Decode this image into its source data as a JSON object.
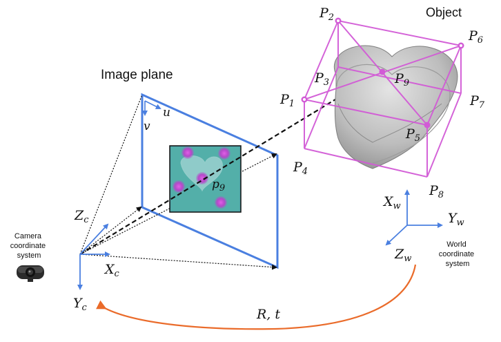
{
  "labels": {
    "object_title": "Object",
    "image_plane_title": "Image plane",
    "camera_caption": [
      "Camera",
      "coordinate",
      "system"
    ],
    "world_caption": [
      "World",
      "coordinate",
      "system"
    ],
    "transform": "R, t",
    "image_axis_u": "u",
    "image_axis_v": "v",
    "projected_point": {
      "base": "p",
      "sub": "9"
    },
    "camera_axes": [
      {
        "base": "Z",
        "sub": "c"
      },
      {
        "base": "X",
        "sub": "c"
      },
      {
        "base": "Y",
        "sub": "c"
      }
    ],
    "world_axes": [
      {
        "base": "X",
        "sub": "w"
      },
      {
        "base": "Y",
        "sub": "w"
      },
      {
        "base": "Z",
        "sub": "w"
      }
    ],
    "object_points": [
      {
        "base": "P",
        "sub": "1"
      },
      {
        "base": "P",
        "sub": "2"
      },
      {
        "base": "P",
        "sub": "3"
      },
      {
        "base": "P",
        "sub": "4"
      },
      {
        "base": "P",
        "sub": "5"
      },
      {
        "base": "P",
        "sub": "6"
      },
      {
        "base": "P",
        "sub": "7"
      },
      {
        "base": "P",
        "sub": "8"
      },
      {
        "base": "P",
        "sub": "9"
      }
    ]
  },
  "colors": {
    "axis_blue": "#4a7fe0",
    "image_plane": "#4a7fe0",
    "bounding_box": "#d25bd6",
    "transform_arrow": "#ea6b2a",
    "projection_lines": "#111111",
    "image_background": "#4fa3a8",
    "heart_object": "#b9b9b9"
  },
  "icons": {
    "camera": "webcam-icon",
    "object": "heart-box-icon"
  }
}
